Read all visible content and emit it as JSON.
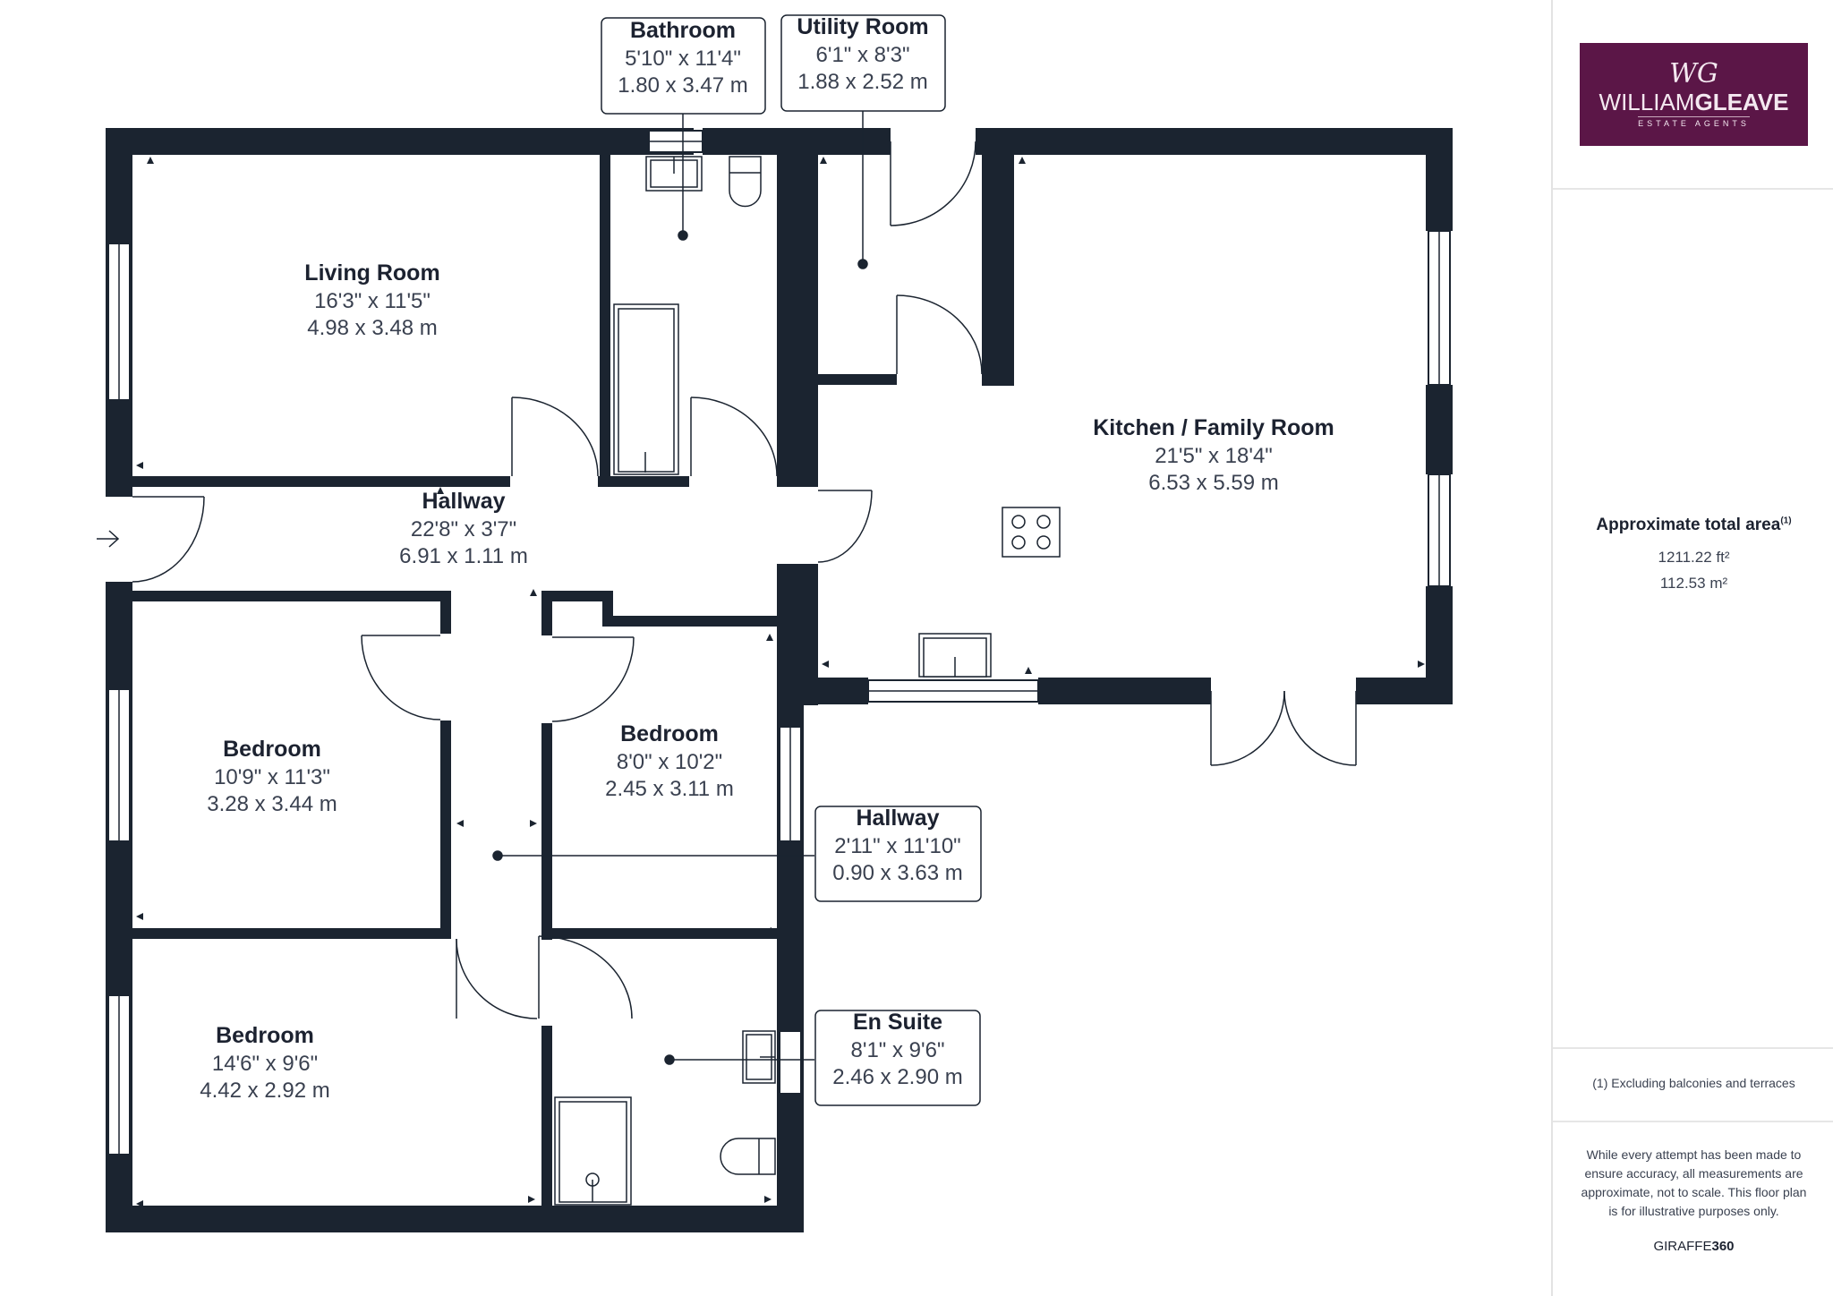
{
  "rooms": [
    {
      "id": "living-room",
      "name": "Living Room",
      "imperial": "16'3\" x 11'5\"",
      "metric": "4.98 x 3.48 m",
      "boxed": false
    },
    {
      "id": "bathroom",
      "name": "Bathroom",
      "imperial": "5'10\" x 11'4\"",
      "metric": "1.80 x 3.47 m",
      "boxed": true
    },
    {
      "id": "utility-room",
      "name": "Utility Room",
      "imperial": "6'1\" x 8'3\"",
      "metric": "1.88 x 2.52 m",
      "boxed": true
    },
    {
      "id": "kitchen-family-room",
      "name": "Kitchen / Family Room",
      "imperial": "21'5\" x 18'4\"",
      "metric": "6.53 x 5.59 m",
      "boxed": false
    },
    {
      "id": "hallway-main",
      "name": "Hallway",
      "imperial": "22'8\" x 3'7\"",
      "metric": "6.91 x 1.11 m",
      "boxed": false
    },
    {
      "id": "bedroom-1",
      "name": "Bedroom",
      "imperial": "10'9\" x 11'3\"",
      "metric": "3.28 x 3.44 m",
      "boxed": false
    },
    {
      "id": "bedroom-2",
      "name": "Bedroom",
      "imperial": "8'0\" x 10'2\"",
      "metric": "2.45 x 3.11 m",
      "boxed": false
    },
    {
      "id": "hallway-side",
      "name": "Hallway",
      "imperial": "2'11\" x 11'10\"",
      "metric": "0.90 x 3.63 m",
      "boxed": true
    },
    {
      "id": "bedroom-3",
      "name": "Bedroom",
      "imperial": "14'6\" x 9'6\"",
      "metric": "4.42 x 2.92 m",
      "boxed": false
    },
    {
      "id": "en-suite",
      "name": "En Suite",
      "imperial": "8'1\" x 9'6\"",
      "metric": "2.46 x 2.90 m",
      "boxed": true
    }
  ],
  "sidebar": {
    "logo": {
      "monogram": "WG",
      "name_light": "WILLIAM",
      "name_bold": "GLEAVE",
      "subtitle": "ESTATE AGENTS"
    },
    "area_label": "Approximate total area",
    "area_note_marker": "(1)",
    "area_sqft": "1211.22 ft²",
    "area_sqm": "112.53 m²",
    "footnote": "(1) Excluding balconies and terraces",
    "disclaimer": "While every attempt has been made to ensure accuracy, all measurements are approximate, not to scale. This floor plan is for illustrative purposes only.",
    "brand_light": "GIRAFFE",
    "brand_bold": "360"
  },
  "colors": {
    "wall": "#1b2430",
    "text": "#1c2230",
    "subtext": "#3a4150",
    "logo_bg": "#5b1647"
  }
}
